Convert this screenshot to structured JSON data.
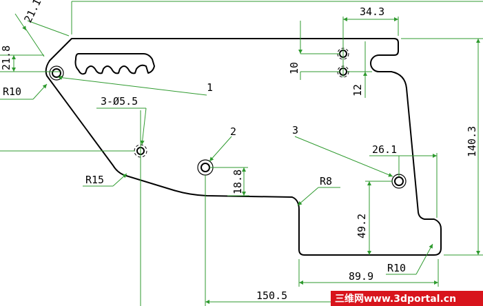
{
  "dimensions": {
    "top_width": "34.3",
    "angled_offset": "21.1",
    "left_offset": "21.8",
    "r_top_left": "R10",
    "hole_callout": "3-Ø5.5",
    "r_left_mid": "R15",
    "callout_1": "1",
    "callout_2": "2",
    "callout_3": "3",
    "hole_spacing_v": "10",
    "hole_lower_offset": "12",
    "right_hole_h": "26.1",
    "overall_height": "140.3",
    "r_step": "R8",
    "hole2_v": "18.8",
    "hole3_v": "49.2",
    "r_bottom_right": "R10",
    "bottom_width": "89.9",
    "overall_width": "150.5"
  },
  "watermark": {
    "text": "三维网www.3dportal.cn",
    "bg_color": "#d8141c"
  },
  "colors": {
    "dimension_line": "#2e9a2e",
    "outline": "#000000"
  }
}
